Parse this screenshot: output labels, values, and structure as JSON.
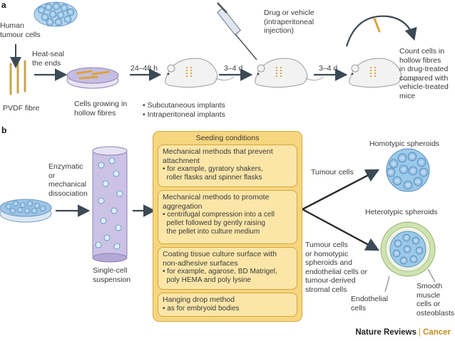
{
  "panel_a": {
    "label": "a",
    "human_tumour_cells": [
      "Human",
      "tumour cells"
    ],
    "heat_seal": [
      "Heat-seal",
      "the ends"
    ],
    "pvdf_fibre": "PVDF fibre",
    "cells_growing": [
      "Cells growing in",
      "hollow fibres"
    ],
    "time_1": "24–48 h",
    "implants": [
      "• Subcutaneous implants",
      "• Intraperitoneal implants"
    ],
    "time_2": "3–4 d",
    "drug": [
      "Drug or vehicle",
      "(intraperitoneal",
      "injection)"
    ],
    "time_3": "3–4 d",
    "count": [
      "Count cells in",
      "hollow fibres",
      "in drug-treated",
      "compared with",
      "vehicle-treated",
      "mice"
    ]
  },
  "panel_b": {
    "label": "b",
    "enzymatic": [
      "Enzymatic",
      "or",
      "mechanical",
      "dissociation"
    ],
    "single_cell": [
      "Single-cell",
      "suspension"
    ],
    "seeding_title": "Seeding conditions",
    "methods": [
      {
        "title": [
          "Mechanical methods that prevent",
          "attachment"
        ],
        "bullets": [
          "• for example, gyratory shakers,",
          "  roller flasks and spinner flasks"
        ]
      },
      {
        "title": [
          "Mechanical methods to promote",
          "aggregation"
        ],
        "bullets": [
          "• centrifugal compression into a cell",
          "  pellet followed by gently raising",
          "  the pellet into culture medium"
        ]
      },
      {
        "title": [
          "Coating tissue culture surface with",
          "non-adhesive surfaces"
        ],
        "bullets": [
          "• for example, agarose, BD Matrigel,",
          "  poly HEMA and poly lysine"
        ]
      },
      {
        "title": [
          "Hanging drop method"
        ],
        "bullets": [
          "• as for embryoid bodies"
        ]
      }
    ],
    "tumour_cells": "Tumour cells",
    "tumour_cells_or": [
      "Tumour cells",
      "or homotypic",
      "spheroids and",
      "endothelial cells or",
      "tumour-derived",
      "stromal cells"
    ],
    "homotypic": "Homotypic spheroids",
    "heterotypic": "Heterotypic spheroids",
    "endothelial": [
      "Endothelial",
      "cells"
    ],
    "smooth": [
      "Smooth",
      "muscle",
      "cells or",
      "osteoblasts"
    ]
  },
  "footer": {
    "brand": "Nature Reviews",
    "separator": "|",
    "section": "Cancer"
  },
  "colors": {
    "box_fill": "#f6d67f",
    "sub_fill": "#fbe6a8",
    "arrow": "#3b4a55",
    "cell_blue": "#7fb6dc",
    "tube_purple": "#b9addb"
  }
}
